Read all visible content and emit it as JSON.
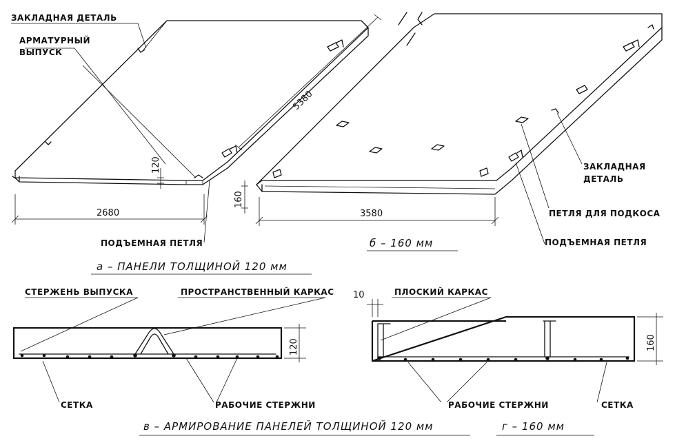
{
  "panel_a": {
    "label_embedded": "ЗАКЛАДНАЯ ДЕТАЛЬ",
    "label_rebar_outlet_1": "АРМАТУРНЫЙ",
    "label_rebar_outlet_2": "ВЫПУСК",
    "dim_length": "5380",
    "dim_thickness": "120",
    "dim_width": "2680",
    "label_lifting_loop": "ПОДЪЕМНАЯ ПЕТЛЯ",
    "caption": "а  –  ПАНЕЛИ ТОЛЩИНОЙ   120 мм"
  },
  "panel_b": {
    "dim_thickness": "160",
    "dim_width": "3580",
    "label_embedded_1": "ЗАКЛАДНАЯ",
    "label_embedded_2": "ДЕТАЛЬ",
    "label_brace_loop": "ПЕТЛЯ ДЛЯ ПОДКОСА",
    "label_lifting_loop": "ПОДЪЕМНАЯ ПЕТЛЯ",
    "caption": "б  –   160 мм"
  },
  "section_v": {
    "label_outlet_bar": "СТЕРЖЕНЬ ВЫПУСКА",
    "label_space_frame": "ПРОСТРАНСТВЕННЫЙ КАРКАС",
    "dim_thickness": "120",
    "label_mesh": "СЕТКА",
    "label_working_bars": "РАБОЧИЕ  СТЕРЖНИ",
    "caption": "в  – АРМИРОВАНИЕ  ПАНЕЛЕЙ  ТОЛЩИНОЙ  120 мм"
  },
  "section_g": {
    "dim_cover": "10",
    "label_flat_frame": "ПЛОСКИЙ  КАРКАС",
    "dim_thickness": "160",
    "label_working_bars": "РАБОЧИЕ  СТЕРЖНИ",
    "label_mesh": "СЕТКА",
    "caption": "г  –   160 мм"
  }
}
